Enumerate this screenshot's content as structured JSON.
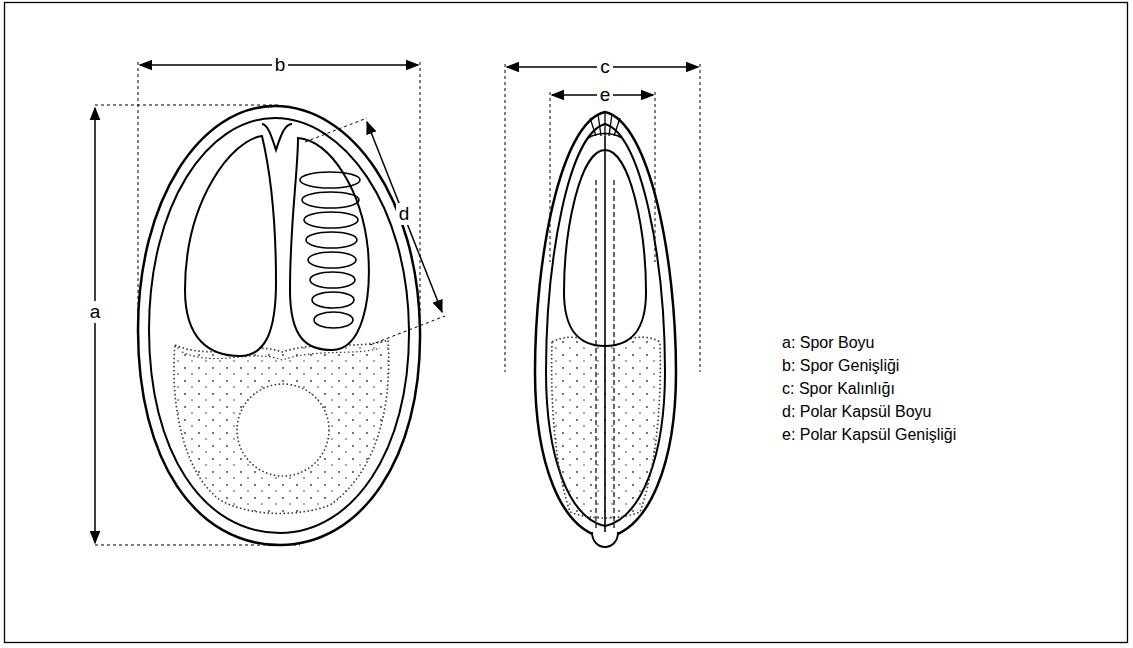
{
  "diagram": {
    "labels": [
      "b",
      "c",
      "e",
      "a",
      "d",
      "a: Spor Boyu",
      "b: Spor Genişliği",
      "c: Spor Kalınlığı",
      "d: Polar Kapsül Boyu",
      "e: Polar Kapsül Genişliği"
    ]
  }
}
